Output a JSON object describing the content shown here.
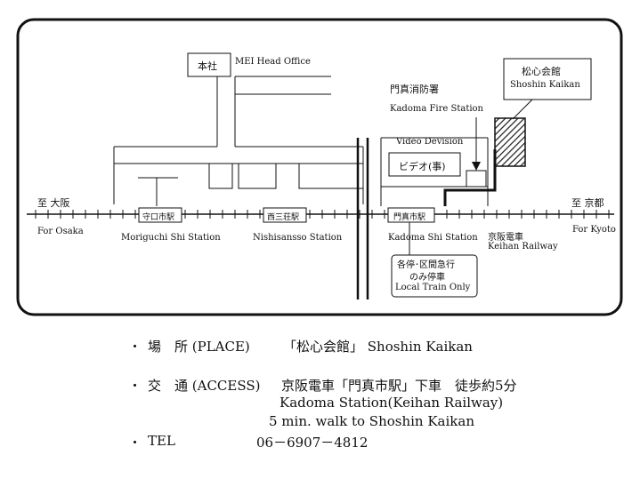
{
  "map": {
    "head_office_jp": "本社",
    "head_office_en": "MEI Head Office",
    "venue_jp": "松心会館",
    "venue_en": "Shoshin Kaikan",
    "fire_station_jp": "門真消防署",
    "fire_station_en": "Kadoma Fire Station",
    "video_division_en": "Video Devision",
    "video_division_jp": "ビデオ(事)",
    "to_osaka_jp": "至 大阪",
    "to_osaka_en": "For Osaka",
    "to_kyoto_jp": "至 京都",
    "to_kyoto_en": "For Kyoto",
    "station1_jp": "守口市駅",
    "station1_en": "Moriguchi Shi Station",
    "station2_jp": "西三荘駅",
    "station2_en": "Nishisansso Station",
    "station3_jp": "門真市駅",
    "station3_en": "Kadoma Shi Station",
    "railway_jp": "京阪電車",
    "railway_en": "Keihan Railway",
    "local_train_jp_line1": "各停･区間急行",
    "local_train_jp_line2": "のみ停車",
    "local_train_en": "Local Train Only"
  },
  "info": {
    "place_bullet": "・",
    "place_label": "場　所 (PLACE)",
    "place_value": "「松心会館」 Shoshin Kaikan",
    "access_bullet": "・",
    "access_label": "交　通 (ACCESS)",
    "access_line1": "京阪電車「門真市駅」下車　徒歩約5分",
    "access_line2": "Kadoma Station(Keihan Railway)",
    "access_line3": "5 min. walk to Shoshin Kaikan",
    "tel_bullet": "・",
    "tel_label": "TEL",
    "tel_value": "06－6907－4812"
  }
}
